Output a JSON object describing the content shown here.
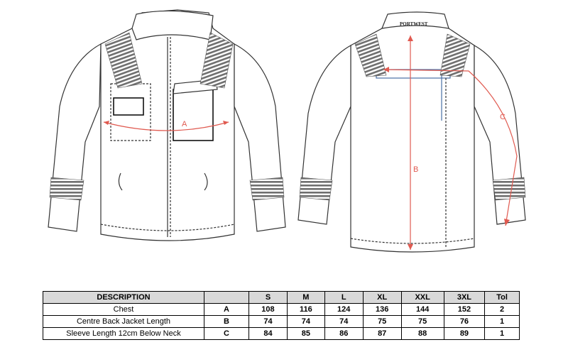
{
  "brand_label": "PORTWEST",
  "measure_labels": {
    "a": "A",
    "b": "B",
    "c": "C"
  },
  "colors": {
    "measure_line": "#e05a50",
    "outline": "#333333",
    "reflective_band": "#6f6f6f",
    "table_header_bg": "#d9d9d9"
  },
  "size_table": {
    "headers": [
      "DESCRIPTION",
      "",
      "S",
      "M",
      "L",
      "XL",
      "XXL",
      "3XL",
      "Tol"
    ],
    "rows": [
      {
        "description": "Chest",
        "code": "A",
        "values": [
          "108",
          "116",
          "124",
          "136",
          "144",
          "152"
        ],
        "tol": "2"
      },
      {
        "description": "Centre Back Jacket Length",
        "code": "B",
        "values": [
          "74",
          "74",
          "74",
          "75",
          "75",
          "76"
        ],
        "tol": "1"
      },
      {
        "description": "Sleeve Length 12cm Below Neck",
        "code": "C",
        "values": [
          "84",
          "85",
          "86",
          "87",
          "88",
          "89"
        ],
        "tol": "1"
      }
    ]
  }
}
